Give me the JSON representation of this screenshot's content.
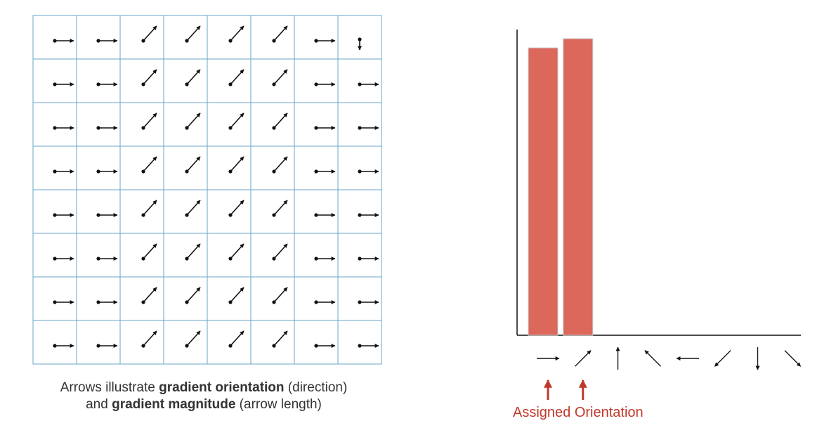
{
  "colors": {
    "grid_line": "#6aa6c9",
    "bar": "#dc675b",
    "arrow": "#111111",
    "accent_red": "#c0392b"
  },
  "grid": {
    "rows": 8,
    "cols": 8,
    "arrows": [
      [
        "right",
        "right",
        "up-right",
        "up-right",
        "up-right",
        "up-right",
        "right",
        "down"
      ],
      [
        "right",
        "right",
        "up-right",
        "up-right",
        "up-right",
        "up-right",
        "right",
        "right"
      ],
      [
        "right",
        "right",
        "up-right",
        "up-right",
        "up-right",
        "up-right",
        "right",
        "right"
      ],
      [
        "right",
        "right",
        "up-right",
        "up-right",
        "up-right",
        "up-right",
        "right",
        "right"
      ],
      [
        "right",
        "right",
        "up-right",
        "up-right",
        "up-right",
        "up-right",
        "right",
        "right"
      ],
      [
        "right",
        "right",
        "up-right",
        "up-right",
        "up-right",
        "up-right",
        "right",
        "right"
      ],
      [
        "right",
        "right",
        "up-right",
        "up-right",
        "up-right",
        "up-right",
        "right",
        "right"
      ],
      [
        "right",
        "right",
        "up-right",
        "up-right",
        "up-right",
        "up-right",
        "right",
        "right"
      ]
    ]
  },
  "caption": {
    "part1": "Arrows illustrate ",
    "bold1": "gradient orientation",
    "part2": " (direction)",
    "part3": "and ",
    "bold2": "gradient magnitude",
    "part4": " (arrow length)"
  },
  "chart_data": {
    "type": "bar",
    "categories": [
      "right",
      "up-right",
      "up",
      "up-left",
      "left",
      "down-left",
      "down",
      "down-right"
    ],
    "values": [
      0.94,
      0.97,
      0,
      0,
      0,
      0,
      0,
      0
    ],
    "ylim": [
      0,
      1
    ]
  },
  "assigned_label": "Assigned Orientation",
  "assigned_indices": [
    0,
    1
  ]
}
